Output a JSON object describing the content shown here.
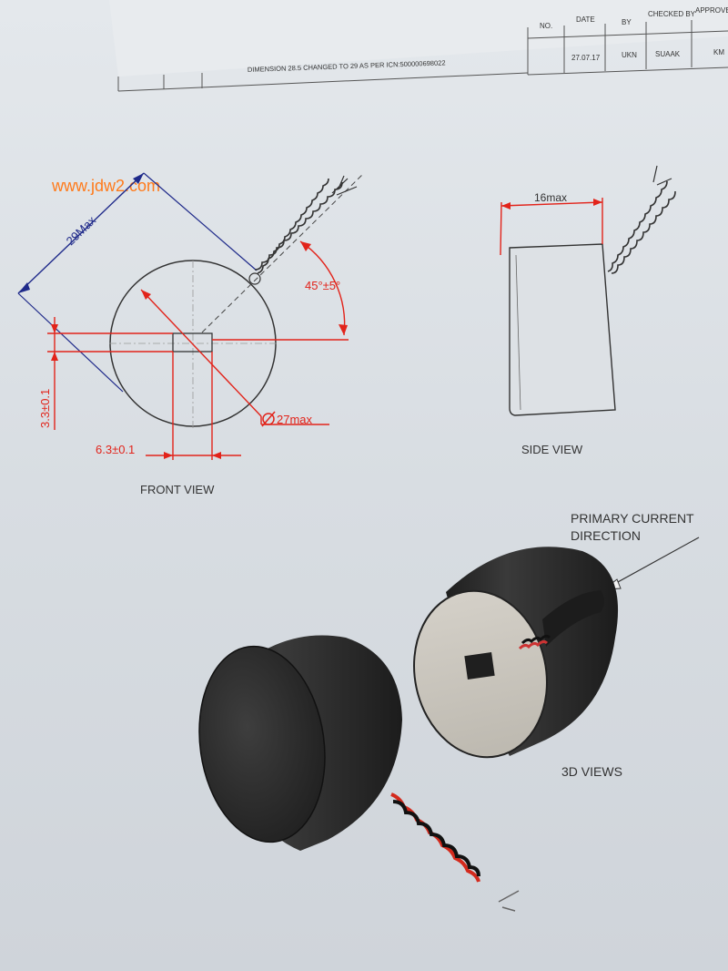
{
  "revision_table": {
    "headers": [
      "NO.",
      "DATE",
      "BY",
      "CHECKED BY",
      "APPROVED BY"
    ],
    "row": {
      "description": "DIMENSION 28.5 CHANGED TO 29 AS PER ICN:500000698022",
      "date": "27.07.17",
      "by": "UKN",
      "checked": "SUAAK",
      "approved": "KM"
    }
  },
  "watermark": "www.jdw2.com",
  "front_view": {
    "title": "FRONT VIEW",
    "dim_diagonal": "29Max",
    "dim_angle": "45°±5°",
    "dim_diameter": "27max",
    "dim_height": "3.3±0.1",
    "dim_width": "6.3±0.1"
  },
  "side_view": {
    "title": "SIDE VIEW",
    "dim_width": "16max"
  },
  "three_d": {
    "title": "3D VIEWS",
    "annotation_line1": "PRIMARY CURRENT",
    "annotation_line2": "DIRECTION"
  },
  "colors": {
    "dimension_red": "#e2231a",
    "dimension_blue": "#1f2a8a",
    "watermark_orange": "#ff7a1a",
    "body_dark": "#2d2d2d"
  }
}
